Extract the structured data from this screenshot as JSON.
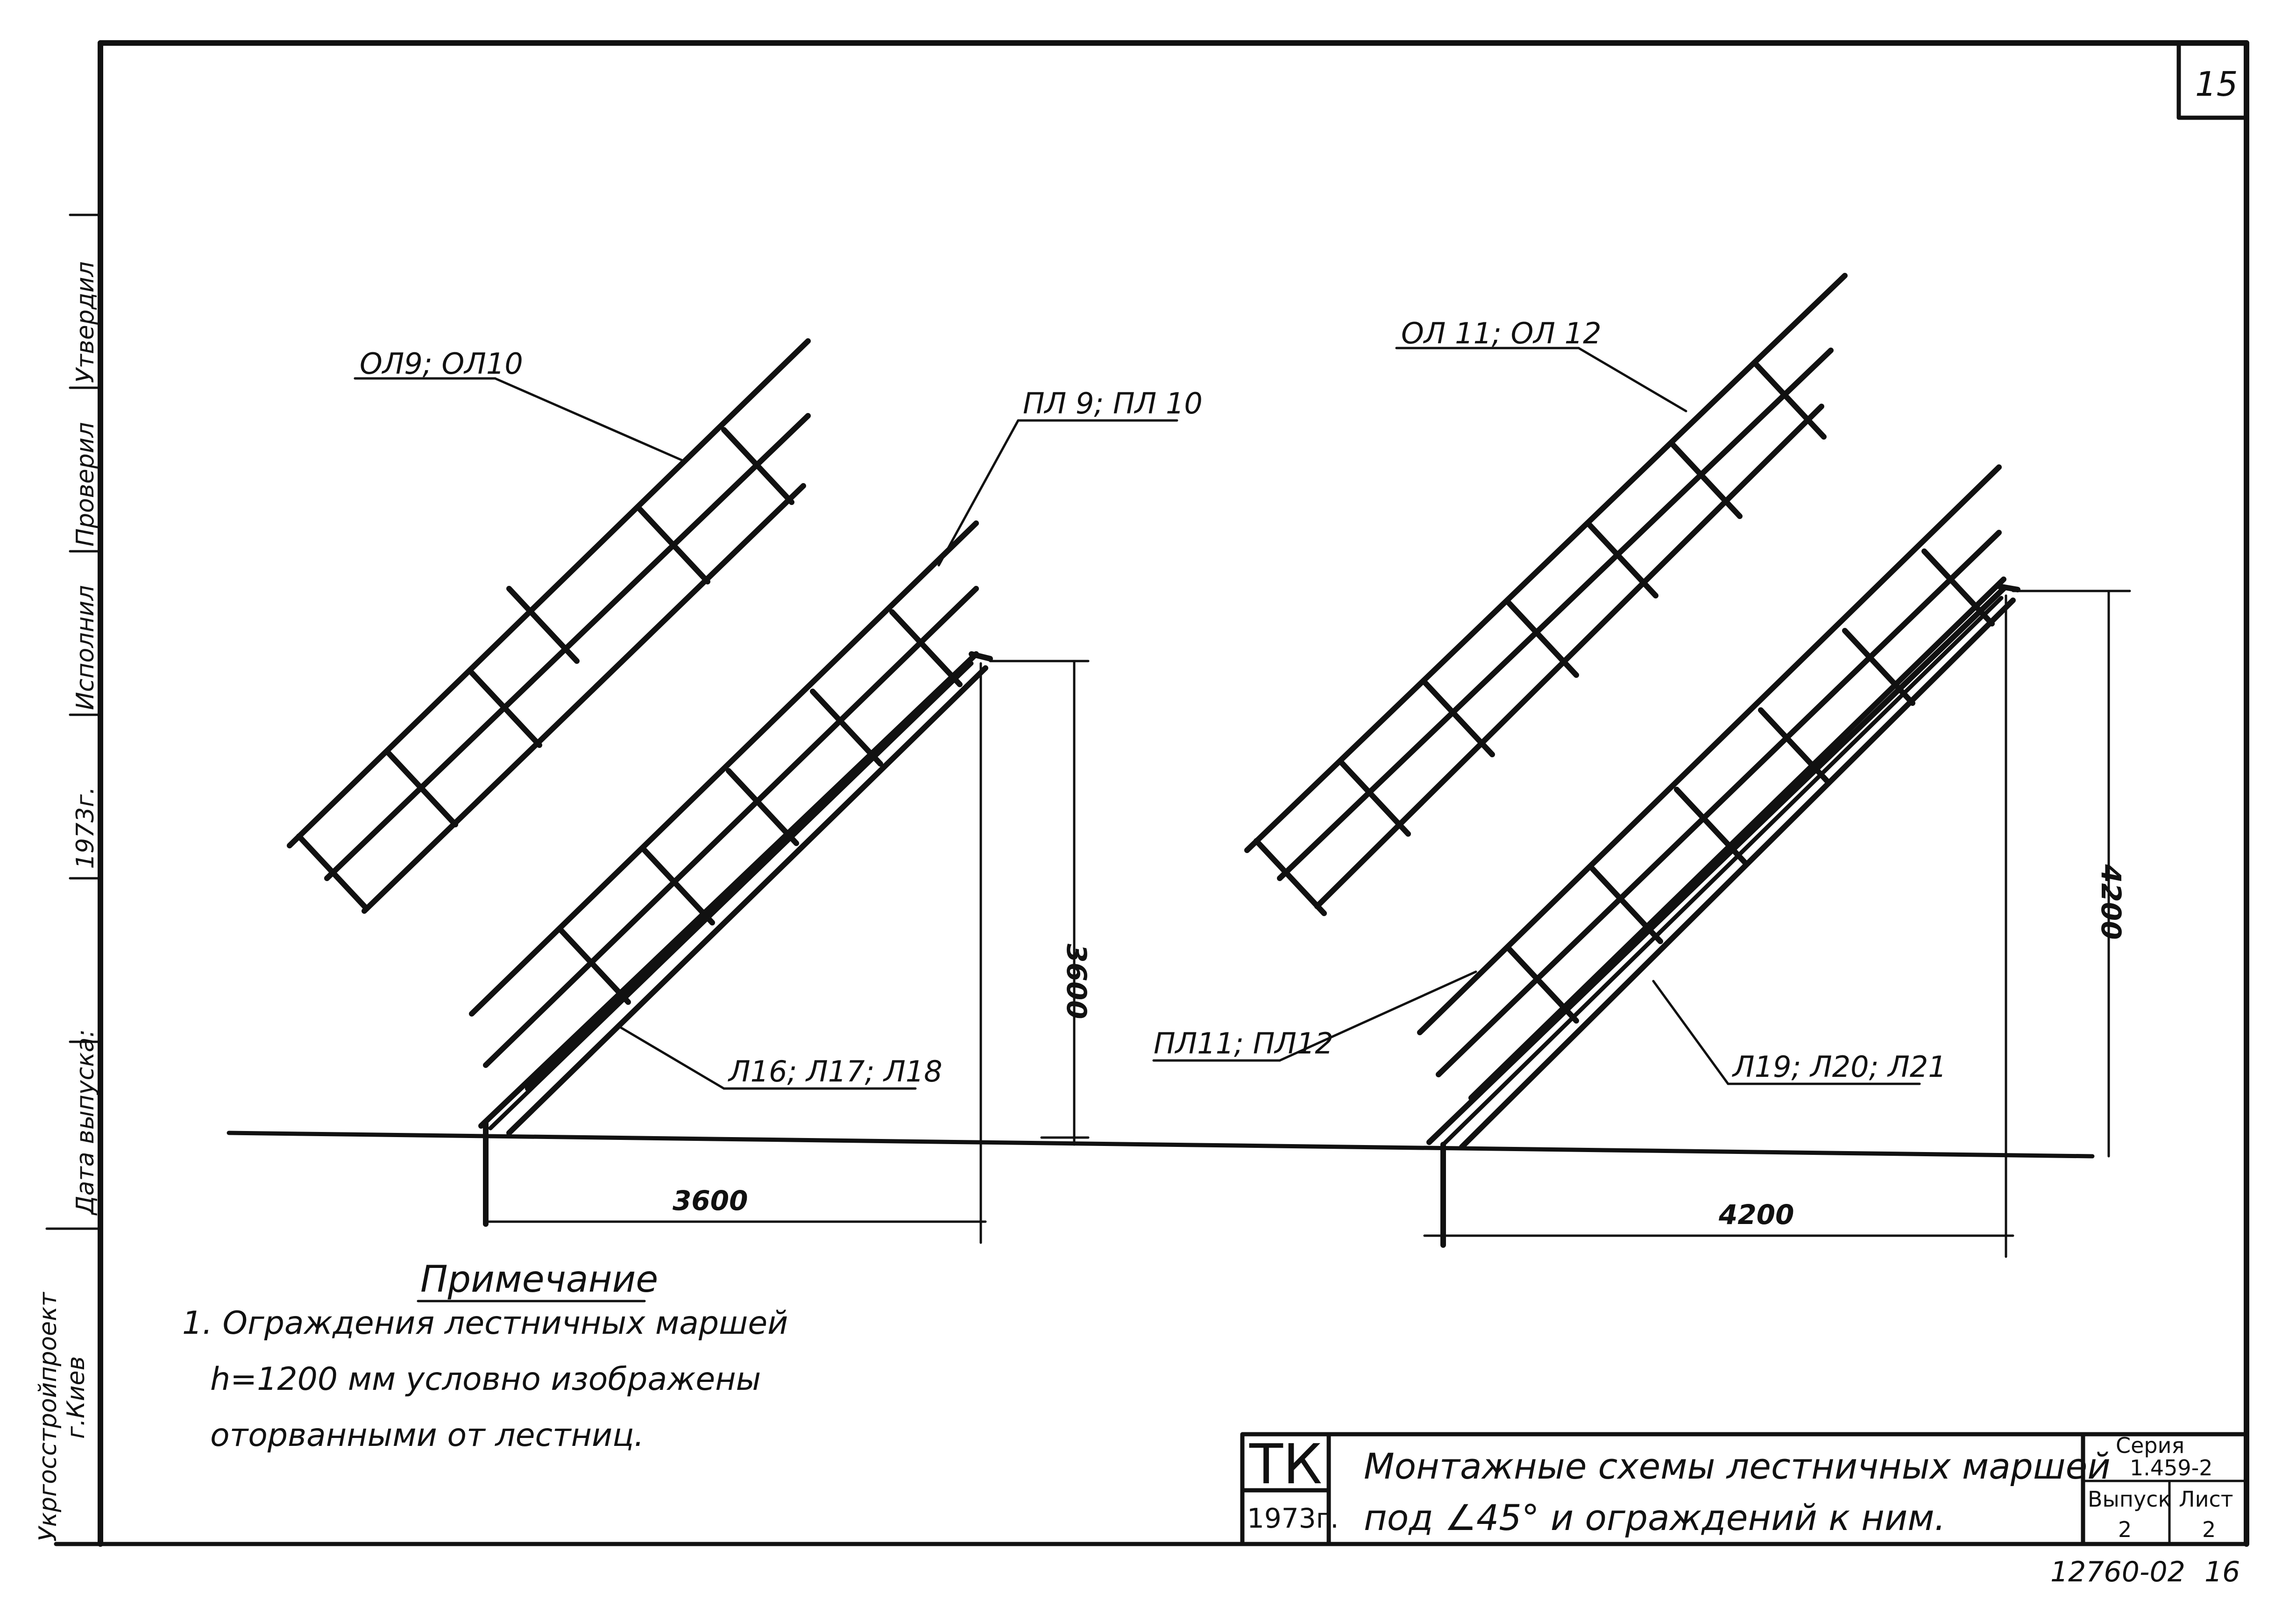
{
  "sheet": {
    "number": "15",
    "archive_code": "12760-02",
    "archive_sheet": "16"
  },
  "flight_left": {
    "railing_label": "ОЛ9; ОЛ10",
    "platform_label": "ПЛ 9; ПЛ 10",
    "stringer_label": "Л16; Л17; Л18",
    "width_dim": "3600",
    "height_dim": "3600"
  },
  "flight_right": {
    "railing_label": "ОЛ 11; ОЛ 12",
    "platform_label": "ПЛ11; ПЛ12",
    "stringer_label": "Л19; Л20; Л21",
    "width_dim": "4200",
    "height_dim": "4200"
  },
  "note": {
    "title": "Примечание",
    "lines": [
      "1. Ограждения лестничных маршей",
      "h=1200 мм условно изображены",
      "оторванными от лестниц."
    ]
  },
  "title_block": {
    "org": "ТК",
    "year": "1973г.",
    "title_line1": "Монтажные схемы лестничных маршей",
    "title_line2": "под ∠45° и ограждений к ним.",
    "series_label": "Серия",
    "series_value": "1.459-2",
    "issue_label": "Выпуск",
    "issue_value": "2",
    "sheet_label": "Лист",
    "sheet_value": "2"
  },
  "side_stamp": {
    "date_label": "Дата выпуска:",
    "year": "1973г.",
    "executed": "Исполнил",
    "checked": "Проверил",
    "approved": "Утвердил",
    "institute": "Укргосстройпроект",
    "city": "г.Киев"
  }
}
